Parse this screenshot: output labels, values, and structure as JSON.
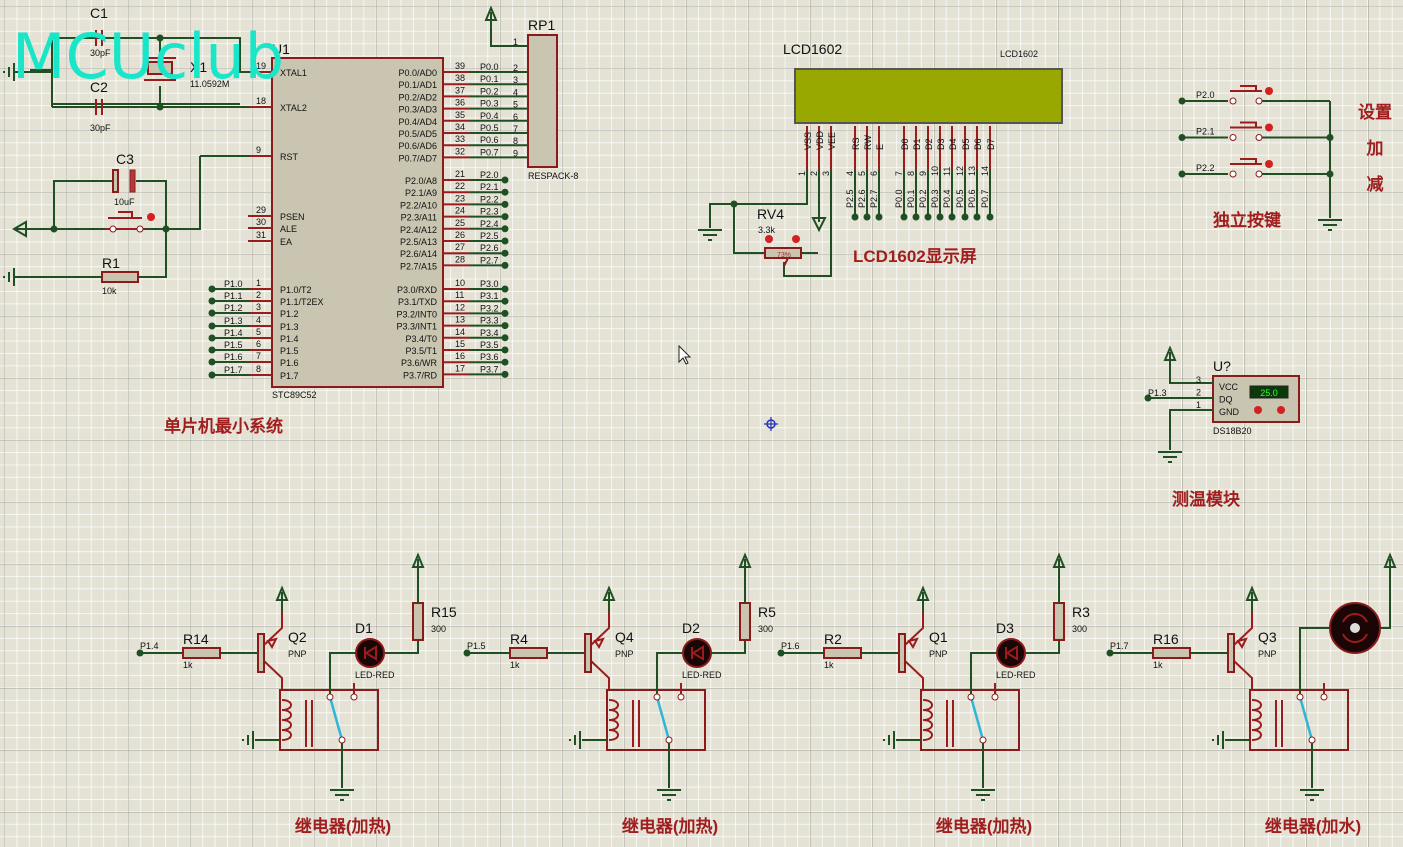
{
  "watermark": "MCUclub",
  "colors": {
    "wire": "#1f4f22",
    "component": "#8b1a1a",
    "caption": "#a01e1e",
    "lcd_screen": "#98a800",
    "switch": "#2fb5d5",
    "watermark": "#19e6c9"
  },
  "mcu_section": {
    "caption": "单片机最小系统",
    "c1": {
      "ref": "C1",
      "value": "30pF"
    },
    "c2": {
      "ref": "C2",
      "value": "30pF"
    },
    "x1": {
      "ref": "X1",
      "value": "11.0592M"
    },
    "c3": {
      "ref": "C3",
      "value": "10uF"
    },
    "r1": {
      "ref": "R1",
      "value": "10k"
    },
    "mcu": {
      "ref": "U1",
      "part": "STC89C52",
      "left_pins": [
        {
          "num": "19",
          "name": "XTAL1"
        },
        {
          "num": "18",
          "name": "XTAL2"
        },
        {
          "num": "9",
          "name": "RST"
        },
        {
          "num": "29",
          "name": "PSEN"
        },
        {
          "num": "30",
          "name": "ALE"
        },
        {
          "num": "31",
          "name": "EA"
        },
        {
          "num": "1",
          "name": "P1.0/T2",
          "net": "P1.0"
        },
        {
          "num": "2",
          "name": "P1.1/T2EX",
          "net": "P1.1"
        },
        {
          "num": "3",
          "name": "P1.2",
          "net": "P1.2"
        },
        {
          "num": "4",
          "name": "P1.3",
          "net": "P1.3"
        },
        {
          "num": "5",
          "name": "P1.4",
          "net": "P1.4"
        },
        {
          "num": "6",
          "name": "P1.5",
          "net": "P1.5"
        },
        {
          "num": "7",
          "name": "P1.6",
          "net": "P1.6"
        },
        {
          "num": "8",
          "name": "P1.7",
          "net": "P1.7"
        }
      ],
      "right_pins": [
        {
          "num": "39",
          "name": "P0.0/AD0",
          "net": "P0.0"
        },
        {
          "num": "38",
          "name": "P0.1/AD1",
          "net": "P0.1"
        },
        {
          "num": "37",
          "name": "P0.2/AD2",
          "net": "P0.2"
        },
        {
          "num": "36",
          "name": "P0.3/AD3",
          "net": "P0.3"
        },
        {
          "num": "35",
          "name": "P0.4/AD4",
          "net": "P0.4"
        },
        {
          "num": "34",
          "name": "P0.5/AD5",
          "net": "P0.5"
        },
        {
          "num": "33",
          "name": "P0.6/AD6",
          "net": "P0.6"
        },
        {
          "num": "32",
          "name": "P0.7/AD7",
          "net": "P0.7"
        },
        {
          "num": "21",
          "name": "P2.0/A8",
          "net": "P2.0"
        },
        {
          "num": "22",
          "name": "P2.1/A9",
          "net": "P2.1"
        },
        {
          "num": "23",
          "name": "P2.2/A10",
          "net": "P2.2"
        },
        {
          "num": "24",
          "name": "P2.3/A11",
          "net": "P2.3"
        },
        {
          "num": "25",
          "name": "P2.4/A12",
          "net": "P2.4"
        },
        {
          "num": "26",
          "name": "P2.5/A13",
          "net": "P2.5"
        },
        {
          "num": "27",
          "name": "P2.6/A14",
          "net": "P2.6"
        },
        {
          "num": "28",
          "name": "P2.7/A15",
          "net": "P2.7"
        },
        {
          "num": "10",
          "name": "P3.0/RXD",
          "net": "P3.0"
        },
        {
          "num": "11",
          "name": "P3.1/TXD",
          "net": "P3.1"
        },
        {
          "num": "12",
          "name": "P3.2/INT0",
          "net": "P3.2"
        },
        {
          "num": "13",
          "name": "P3.3/INT1",
          "net": "P3.3"
        },
        {
          "num": "14",
          "name": "P3.4/T0",
          "net": "P3.4"
        },
        {
          "num": "15",
          "name": "P3.5/T1",
          "net": "P3.5"
        },
        {
          "num": "16",
          "name": "P3.6/WR",
          "net": "P3.6"
        },
        {
          "num": "17",
          "name": "P3.7/RD",
          "net": "P3.7"
        }
      ]
    },
    "rp1": {
      "ref": "RP1",
      "part": "RESPACK-8",
      "pins": [
        "1",
        "2",
        "3",
        "4",
        "5",
        "6",
        "7",
        "8",
        "9"
      ]
    }
  },
  "lcd_section": {
    "caption": "LCD1602显示屏",
    "ref": "LCD1602",
    "part": "LCD1602",
    "pins": [
      {
        "name": "VSS",
        "num": "1"
      },
      {
        "name": "VDD",
        "num": "2"
      },
      {
        "name": "VEE",
        "num": "3"
      },
      {
        "name": "RS",
        "num": "4",
        "net": "P2.5"
      },
      {
        "name": "RW",
        "num": "5",
        "net": "P2.6"
      },
      {
        "name": "E",
        "num": "6",
        "net": "P2.7"
      },
      {
        "name": "D0",
        "num": "7",
        "net": "P0.0"
      },
      {
        "name": "D1",
        "num": "8",
        "net": "P0.1"
      },
      {
        "name": "D2",
        "num": "9",
        "net": "P0.2"
      },
      {
        "name": "D3",
        "num": "10",
        "net": "P0.3"
      },
      {
        "name": "D4",
        "num": "11",
        "net": "P0.4"
      },
      {
        "name": "D5",
        "num": "12",
        "net": "P0.5"
      },
      {
        "name": "D6",
        "num": "13",
        "net": "P0.6"
      },
      {
        "name": "D7",
        "num": "14",
        "net": "P0.7"
      }
    ],
    "rv4": {
      "ref": "RV4",
      "value": "3.3k",
      "percent": "73%"
    }
  },
  "buttons_section": {
    "caption": "独立按键",
    "buttons": [
      {
        "net": "P2.0",
        "label": "设置"
      },
      {
        "net": "P2.1",
        "label": "加"
      },
      {
        "net": "P2.2",
        "label": "减"
      }
    ]
  },
  "temp_section": {
    "caption": "测温模块",
    "ref": "U?",
    "part": "DS18B20",
    "reading": "25.0",
    "net": "P1.3",
    "pins": [
      {
        "num": "3",
        "name": "VCC"
      },
      {
        "num": "2",
        "name": "DQ"
      },
      {
        "num": "1",
        "name": "GND"
      }
    ]
  },
  "relays": [
    {
      "net": "P1.4",
      "r_ref": "R14",
      "r_val": "1k",
      "q_ref": "Q2",
      "q_type": "PNP",
      "load": "led",
      "d_ref": "D1",
      "d_type": "LED-RED",
      "rl_ref": "R15",
      "rl_val": "300",
      "caption": "继电器(加热)"
    },
    {
      "net": "P1.5",
      "r_ref": "R4",
      "r_val": "1k",
      "q_ref": "Q4",
      "q_type": "PNP",
      "load": "led",
      "d_ref": "D2",
      "d_type": "LED-RED",
      "rl_ref": "R5",
      "rl_val": "300",
      "caption": "继电器(加热)"
    },
    {
      "net": "P1.6",
      "r_ref": "R2",
      "r_val": "1k",
      "q_ref": "Q1",
      "q_type": "PNP",
      "load": "led",
      "d_ref": "D3",
      "d_type": "LED-RED",
      "rl_ref": "R3",
      "rl_val": "300",
      "caption": "继电器(加热)"
    },
    {
      "net": "P1.7",
      "r_ref": "R16",
      "r_val": "1k",
      "q_ref": "Q3",
      "q_type": "PNP",
      "load": "motor",
      "caption": "继电器(加水)"
    }
  ]
}
